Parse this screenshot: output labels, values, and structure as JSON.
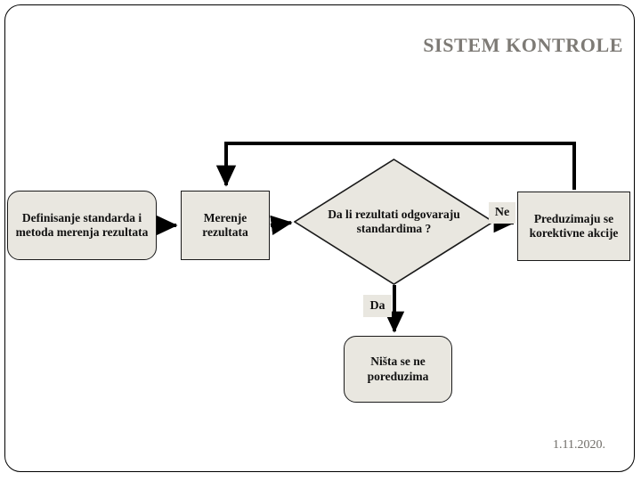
{
  "slide": {
    "title": "SISTEM KONTROLE",
    "date": "1.11.2020.",
    "title_color": "#7d7a75",
    "shape_fill": "#e9e7e0",
    "shape_stroke": "#1a1a1a",
    "background": "#ffffff"
  },
  "diagram": {
    "type": "flowchart",
    "nodes": [
      {
        "id": "define",
        "shape": "rounded-rectangle",
        "text": "Definisanje standarda i metoda merenja rezultata"
      },
      {
        "id": "measure",
        "shape": "rectangle",
        "text": "Merenje rezultata"
      },
      {
        "id": "decision",
        "shape": "diamond",
        "text": "Da li rezultati odgovaraju standardima ?"
      },
      {
        "id": "corrective",
        "shape": "rectangle",
        "text": "Preduzimaju se korektivne akcije"
      },
      {
        "id": "nothing",
        "shape": "rounded-rectangle",
        "text": "Ništa se ne poreduzima"
      }
    ],
    "edge_labels": {
      "no": "Ne",
      "yes": "Da"
    }
  }
}
